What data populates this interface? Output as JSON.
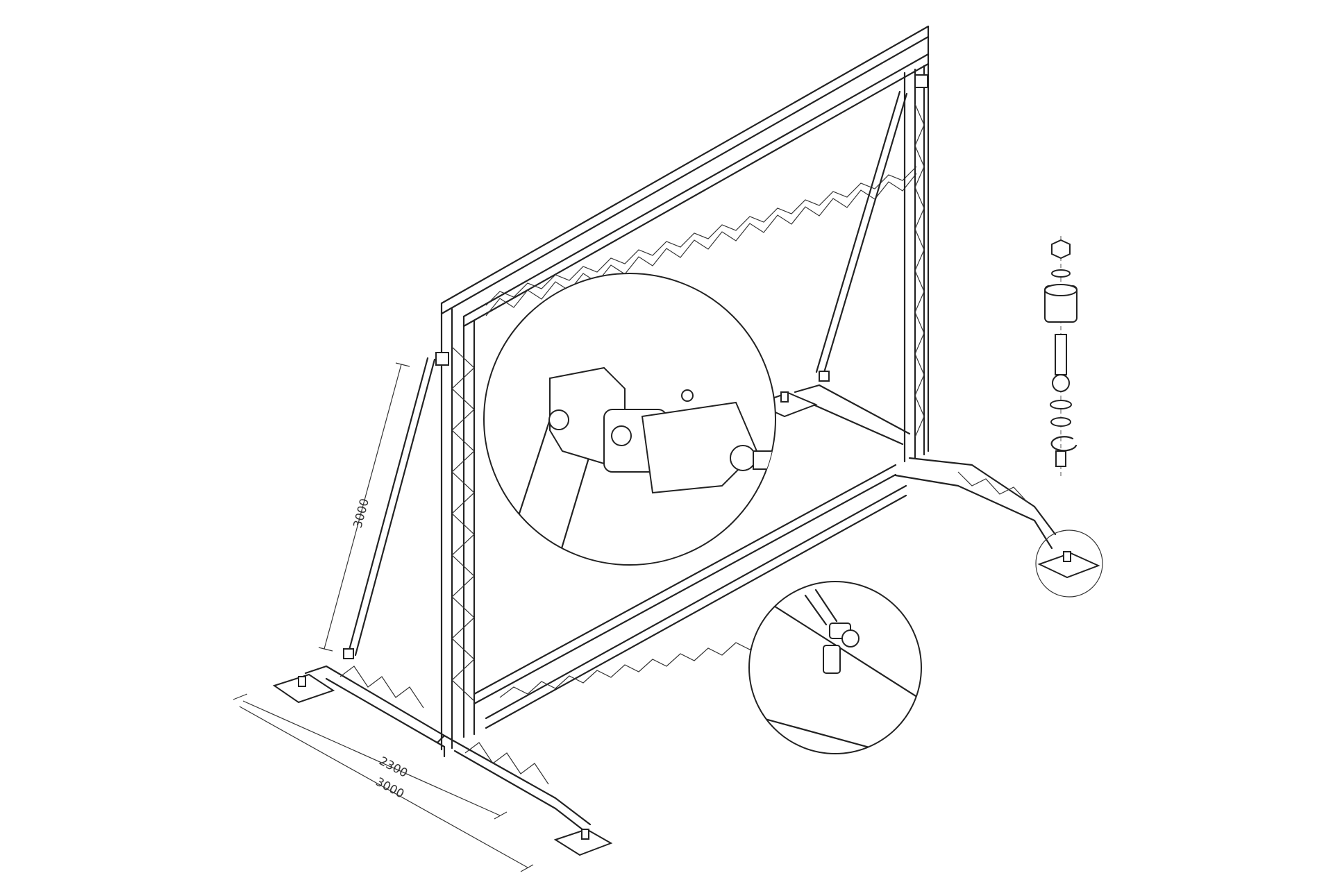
{
  "dimensions": {
    "height_label": "3000",
    "inner_width_label": "2300",
    "outer_width_label": "3000"
  },
  "colors": {
    "line": "#222222",
    "background": "#ffffff"
  }
}
